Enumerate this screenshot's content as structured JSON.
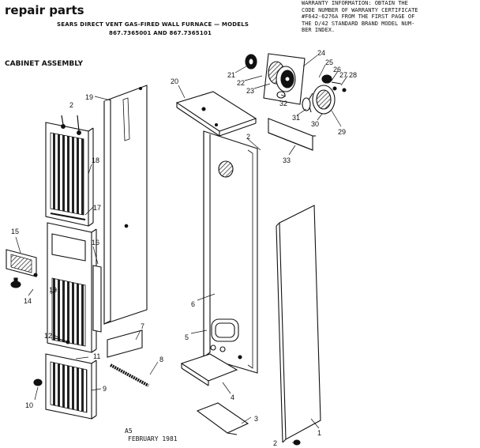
{
  "header": {
    "title": "repair parts",
    "subtitle_line1": "SEARS DIRECT VENT GAS-FIRED WALL FURNACE — MODELS",
    "subtitle_line2": "867.7365001 AND 867.7365101",
    "section_title": "CABINET ASSEMBLY"
  },
  "warranty_note": {
    "line1": "WARRANTY INFORMATION: OBTAIN THE",
    "line2": "CODE NUMBER OF WARRANTY CERTIFICATE",
    "line3": "#F642-6276A FROM THE FIRST PAGE OF",
    "line4": "THE D/42 STANDARD BRAND MODEL NUM-",
    "line5": "BER INDEX."
  },
  "footer": {
    "code": "A5",
    "date": "FEBRUARY 1981"
  },
  "callouts": {
    "c1": "1",
    "c2a": "2",
    "c2b": "2",
    "c2c": "2",
    "c3": "3",
    "c4": "4",
    "c5": "5",
    "c6": "6",
    "c7": "7",
    "c8": "8",
    "c9": "9",
    "c10": "10",
    "c11": "11",
    "c12": "12",
    "c13": "13",
    "c14": "14",
    "c15": "15",
    "c16": "16",
    "c17": "17",
    "c18": "18",
    "c19": "19",
    "c20": "20",
    "c21": "21",
    "c22": "22",
    "c23": "23",
    "c24": "24",
    "c25": "25",
    "c26": "26",
    "c27": "27",
    "c28": "28",
    "c29": "29",
    "c30": "30",
    "c31": "31",
    "c32": "32",
    "c33": "33"
  }
}
